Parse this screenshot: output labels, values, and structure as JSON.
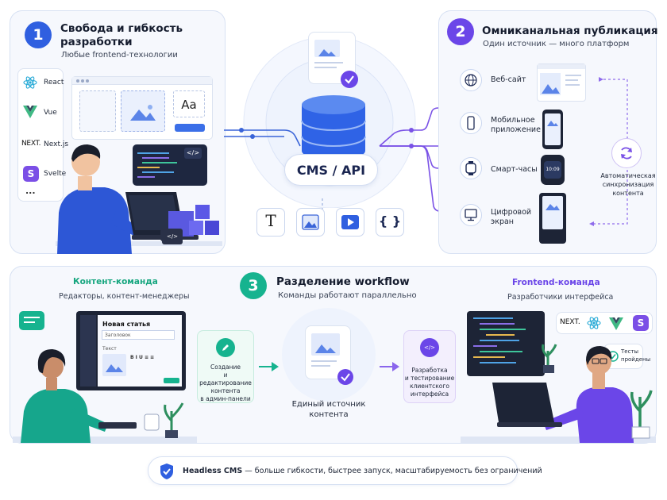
{
  "section1": {
    "number": "1",
    "title_line1": "Свобода и гибкость",
    "title_line2": "разработки",
    "subtitle": "Любые frontend-технологии",
    "frameworks": [
      "React",
      "Vue",
      "Next.js",
      "Svelte"
    ],
    "more": "...",
    "aa_label": "Aa",
    "code_icon": "</>",
    "logo_next": "NEXT.",
    "logo_svelte": "S"
  },
  "center": {
    "cms_label": "CMS / API",
    "content_types": [
      "T",
      "image-icon",
      "play-icon",
      "{ }"
    ]
  },
  "section2": {
    "number": "2",
    "title": "Омниканальная публикация",
    "subtitle": "Один источник — много платформ",
    "platforms": [
      {
        "line1": "Веб-сайт",
        "line2": ""
      },
      {
        "line1": "Мобильное",
        "line2": "приложение"
      },
      {
        "line1": "Смарт-часы",
        "line2": ""
      },
      {
        "line1": "Цифровой",
        "line2": "экран"
      }
    ],
    "watch_time": "10:09",
    "sync_line1": "Автоматическая",
    "sync_line2": "синхронизация",
    "sync_line3": "контента"
  },
  "section3": {
    "number": "3",
    "title": "Разделение workflow",
    "subtitle": "Команды работают параллельно",
    "content_team": "Контент-команда",
    "content_team_sub": "Редакторы, контент-менеджеры",
    "frontend_team": "Frontend-команда",
    "frontend_team_sub": "Разработчики интерфейса",
    "editor_title": "Новая статья",
    "editor_field1": "Заголовок",
    "editor_field2": "Текст",
    "editor_toolbar": "B  I  U  ≡  ≡",
    "step1_lines": [
      "Создание",
      "и редактирование",
      "контента",
      "в админ-панели"
    ],
    "center_lines": [
      "Единый источник",
      "контента"
    ],
    "step2_lines": [
      "Разработка",
      "и тестирование",
      "клиентского",
      "интерфейса"
    ],
    "tests_line1": "Тесты",
    "tests_line2": "пройдены",
    "code_icon": "</>",
    "logo_next": "NEXT.",
    "logo_svelte": "S"
  },
  "footer": {
    "bold": "Headless CMS",
    "rest": " — больше гибкости, быстрее запуск, масштабируемость без ограничений"
  },
  "colors": {
    "blue": "#2f5fe0",
    "purple": "#6b46e8",
    "green": "#16b38f",
    "react": "#25a9d6",
    "vue": "#3fb984",
    "svelte": "#7b4fe6"
  }
}
